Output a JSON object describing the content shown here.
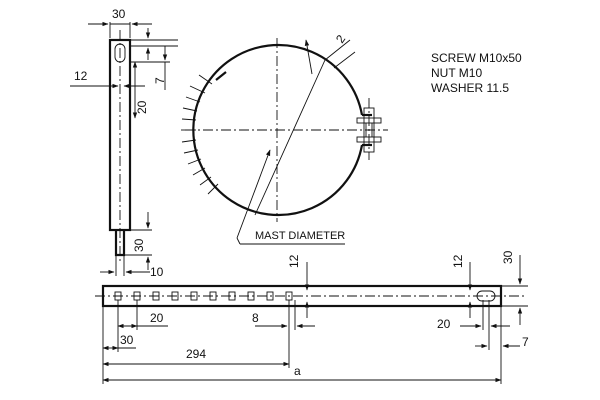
{
  "dimensions": {
    "strip_width": "30",
    "hole_offset": "12",
    "slot_length": "7",
    "slot_pitch": "20",
    "foot_length": "30",
    "foot_width": "10",
    "sheet_thickness": "2",
    "bottom_hole_pitch": "20",
    "bottom_hole_size": "8",
    "bottom_first_hole": "30",
    "bottom_span": "294",
    "bottom_total": "a",
    "bottom_right_slot": "20",
    "bottom_right_end": "7",
    "bottom_height_12_left": "12",
    "bottom_height_12_right": "12",
    "bottom_height_30": "30"
  },
  "labels": {
    "mast_diameter": "MAST DIAMETER"
  },
  "notes": [
    "SCREW M10x50",
    "NUT M10",
    "WASHER 11.5"
  ]
}
